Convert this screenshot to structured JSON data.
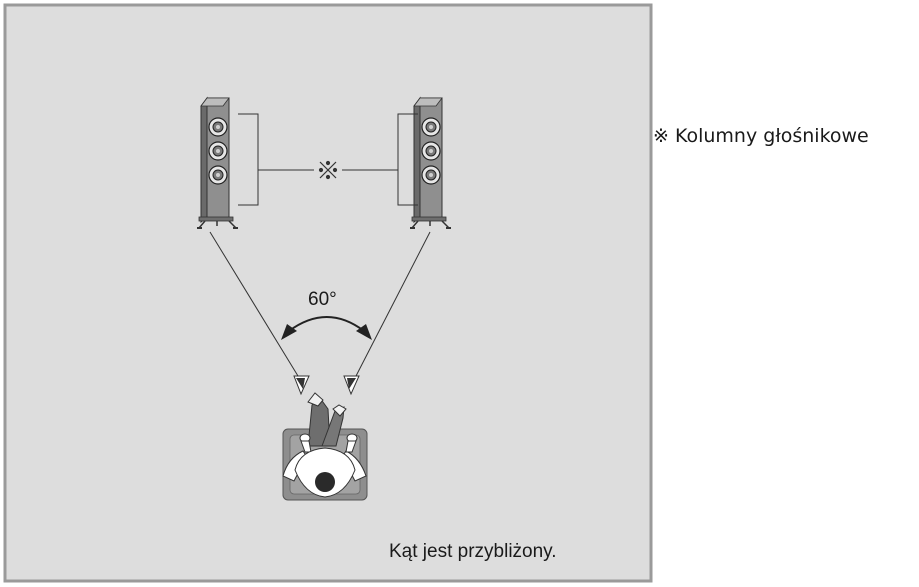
{
  "legend": {
    "symbol": "※",
    "text": "Kolumny głośnikowe"
  },
  "angle_label": "60°",
  "caption": "Kąt jest przybliżony.",
  "icons": [
    "left-speaker-icon",
    "right-speaker-icon",
    "listener-icon",
    "reference-mark-icon",
    "angle-arc-icon"
  ],
  "colors": {
    "room_fill": "#dddddd",
    "room_border": "#9a9a9a",
    "speaker_body": "#8f8f8f",
    "line": "#333333"
  }
}
